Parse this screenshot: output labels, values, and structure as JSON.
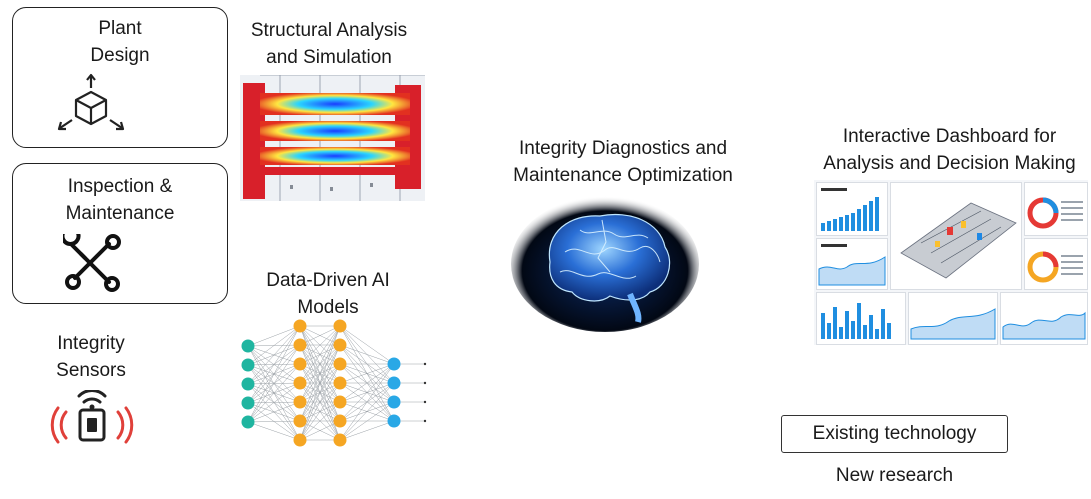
{
  "left_column": {
    "plant_design": {
      "line1": "Plant",
      "line2": "Design",
      "icon": "cube-axes-icon"
    },
    "inspection": {
      "line1": "Inspection &",
      "line2": "Maintenance",
      "icon": "crossed-wrenches-icon"
    },
    "sensors": {
      "line1": "Integrity",
      "line2": "Sensors",
      "icon": "wireless-sensor-icon"
    }
  },
  "structural": {
    "line1": "Structural Analysis",
    "line2": "and Simulation"
  },
  "ai_models": {
    "line1": "Data-Driven AI",
    "line2": "Models"
  },
  "diagnostics": {
    "line1": "Integrity Diagnostics and",
    "line2": "Maintenance Optimization"
  },
  "dashboard": {
    "line1": "Interactive Dashboard for",
    "line2": "Analysis and Decision Making"
  },
  "legend": {
    "existing": "Existing technology",
    "new": "New research"
  },
  "colors": {
    "input_node": "#1fb5a0",
    "hidden_node": "#f5a623",
    "output_node": "#29a8e6",
    "structure_red": "#d8202a",
    "sensor_red": "#e0403a",
    "brain_blue": "#2a6fd6",
    "dashboard_blue": "#1f8ee0"
  }
}
